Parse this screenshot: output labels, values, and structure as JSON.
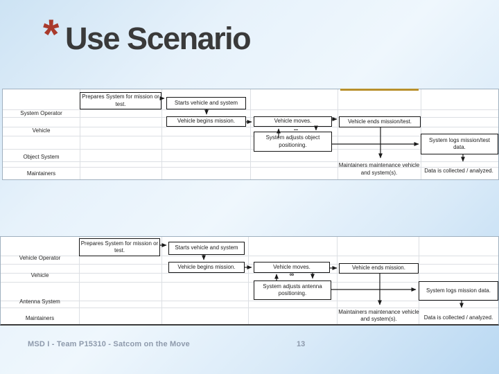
{
  "slide": {
    "bullet_glyph": "*",
    "title": "Use Scenario",
    "footer": "MSD I - Team P15310 - Satcom on the Move",
    "page_number": "13"
  },
  "colors": {
    "bullet_red": "#a93a2c",
    "title_gray": "#3a3a3a",
    "footer_gray": "#8d99ab",
    "accent_orange": "#b8902c"
  },
  "top_diagram": {
    "lanes": [
      "System Operator",
      "Vehicle",
      "Object System",
      "Maintainers"
    ],
    "loop_symbol": "--",
    "nodes": {
      "prepares": "Prepares System for mission or test.",
      "starts": "Starts vehicle and system",
      "begins": "Vehicle begins mission.",
      "moves": "Vehicle moves.",
      "ends": "Vehicle ends mission/test.",
      "adjusts": "System adjusts object positioning.",
      "logs": "System logs mission/test data.",
      "maintain": "Maintainers maintenance vehicle and system(s).",
      "collected": "Data is collected / analyzed."
    }
  },
  "bottom_diagram": {
    "lanes": [
      "Vehicle Operator",
      "Vehicle",
      "Antenna System",
      "Maintainers"
    ],
    "loop_symbol": "∞",
    "nodes": {
      "prepares": "Prepares System for mission or test.",
      "starts": "Starts vehicle and system",
      "begins": "Vehicle begins mission.",
      "moves": "Vehicle moves.",
      "ends": "Vehicle ends mission.",
      "adjusts": "System adjusts antenna positioning.",
      "logs": "System logs mission data.",
      "maintain": "Maintainers maintenance vehicle and system(s).",
      "collected": "Data is collected / analyzed."
    }
  }
}
